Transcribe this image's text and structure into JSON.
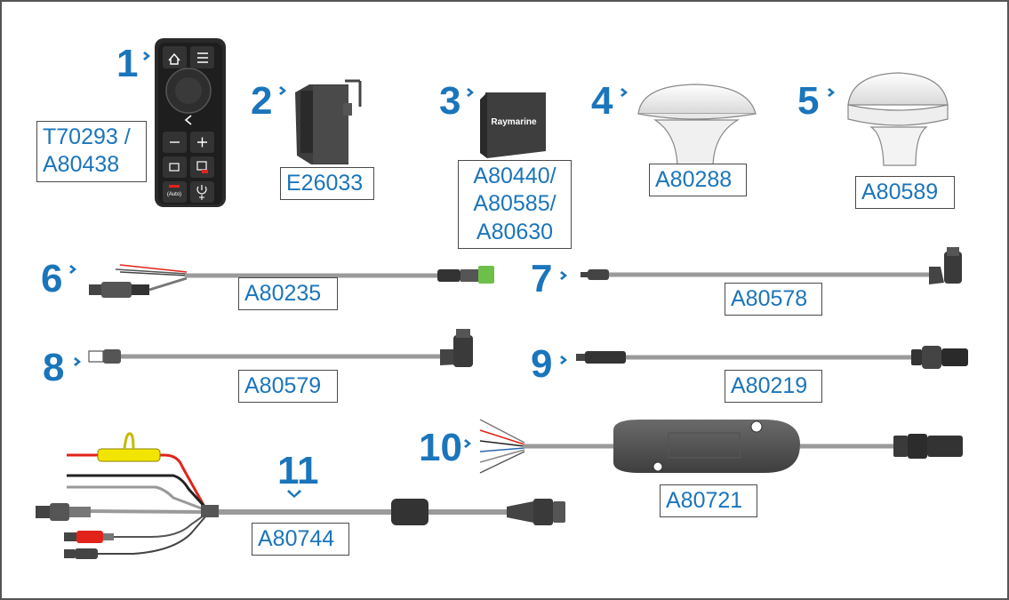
{
  "items": [
    {
      "number": "1",
      "parts": [
        "T70293 /",
        "A80438"
      ],
      "name": "keypad"
    },
    {
      "number": "2",
      "parts": [
        "E26033"
      ],
      "name": "bracket-module"
    },
    {
      "number": "3",
      "parts": [
        "A80440/",
        "A80585/",
        "A80630"
      ],
      "name": "display-unit"
    },
    {
      "number": "4",
      "parts": [
        "A80288"
      ],
      "name": "gps-antenna-dome"
    },
    {
      "number": "5",
      "parts": [
        "A80589"
      ],
      "name": "gps-antenna-pole"
    },
    {
      "number": "6",
      "parts": [
        "A80235"
      ],
      "name": "power-cable"
    },
    {
      "number": "7",
      "parts": [
        "A80578"
      ],
      "name": "micro-usb-cable"
    },
    {
      "number": "8",
      "parts": [
        "A80579"
      ],
      "name": "usb-a-cable"
    },
    {
      "number": "9",
      "parts": [
        "A80219"
      ],
      "name": "network-adaptor-cable"
    },
    {
      "number": "10",
      "parts": [
        "A80721"
      ],
      "name": "interface-module"
    },
    {
      "number": "11",
      "parts": [
        "A80744"
      ],
      "name": "multi-connector-cable"
    }
  ],
  "keypad_text": {
    "auto": "(Auto)"
  },
  "display_brand": "Raymarine",
  "colors": {
    "accent": "#1b75bb",
    "cable": "#9a9a9a",
    "dark": "#3a3a3a",
    "fuse": "#f2e600",
    "red": "#e2231a",
    "green": "#6cc04a"
  }
}
